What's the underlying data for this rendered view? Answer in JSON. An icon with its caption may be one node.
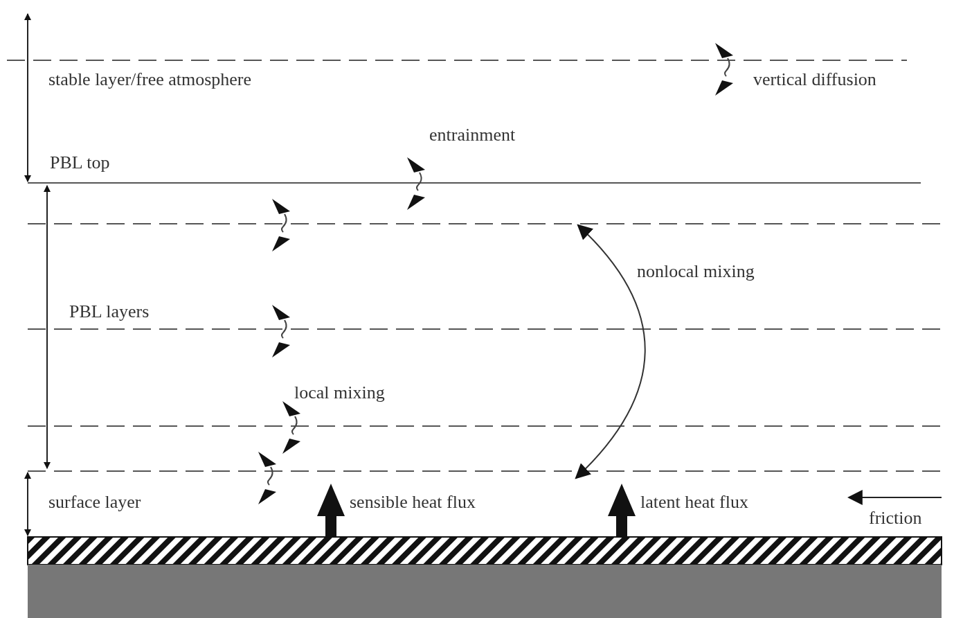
{
  "diagram": {
    "labels": [
      "stable layer/free atmosphere",
      "vertical diffusion",
      "entrainment",
      "PBL top",
      "nonlocal mixing",
      "PBL layers",
      "local mixing",
      "surface layer",
      "sensible heat flux",
      "latent heat flux",
      "friction"
    ]
  }
}
